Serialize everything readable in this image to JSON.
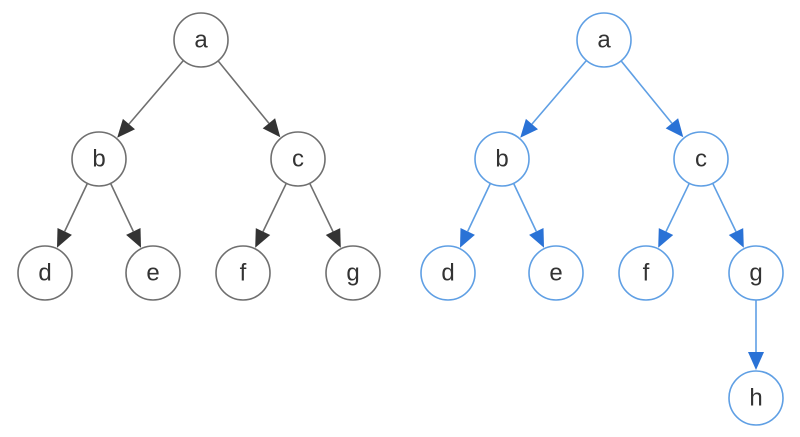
{
  "colors": {
    "background": "#ffffff",
    "left_stroke": "#6f6f6f",
    "left_arrow": "#333333",
    "left_text": "#333333",
    "right_stroke": "#5f9fe4",
    "right_arrow": "#2a72d6",
    "right_text": "#333333"
  },
  "trees": [
    {
      "theme": "left",
      "nodes": [
        {
          "id": "a",
          "label": "a"
        },
        {
          "id": "b",
          "label": "b"
        },
        {
          "id": "c",
          "label": "c"
        },
        {
          "id": "d",
          "label": "d"
        },
        {
          "id": "e",
          "label": "e"
        },
        {
          "id": "f",
          "label": "f"
        },
        {
          "id": "g",
          "label": "g"
        }
      ],
      "edges": [
        {
          "from": "a",
          "to": "b"
        },
        {
          "from": "a",
          "to": "c"
        },
        {
          "from": "b",
          "to": "d"
        },
        {
          "from": "b",
          "to": "e"
        },
        {
          "from": "c",
          "to": "f"
        },
        {
          "from": "c",
          "to": "g"
        }
      ]
    },
    {
      "theme": "right",
      "nodes": [
        {
          "id": "a",
          "label": "a"
        },
        {
          "id": "b",
          "label": "b"
        },
        {
          "id": "c",
          "label": "c"
        },
        {
          "id": "d",
          "label": "d"
        },
        {
          "id": "e",
          "label": "e"
        },
        {
          "id": "f",
          "label": "f"
        },
        {
          "id": "g",
          "label": "g"
        },
        {
          "id": "h",
          "label": "h"
        }
      ],
      "edges": [
        {
          "from": "a",
          "to": "b"
        },
        {
          "from": "a",
          "to": "c"
        },
        {
          "from": "b",
          "to": "d"
        },
        {
          "from": "b",
          "to": "e"
        },
        {
          "from": "c",
          "to": "f"
        },
        {
          "from": "c",
          "to": "g"
        },
        {
          "from": "g",
          "to": "h"
        }
      ]
    }
  ]
}
